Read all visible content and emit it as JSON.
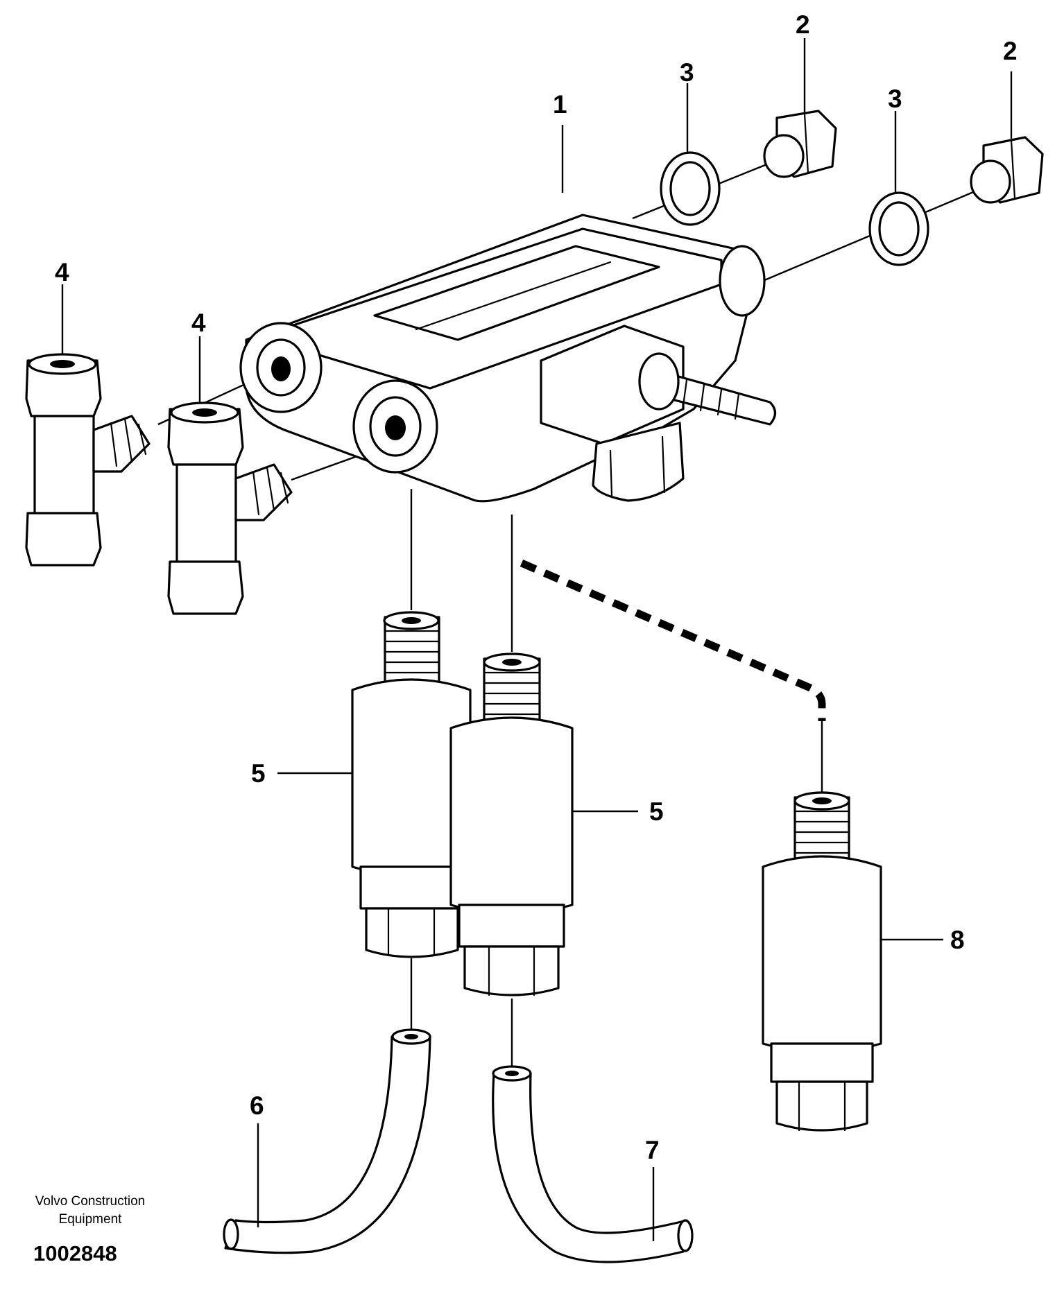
{
  "callouts": {
    "c1": "1",
    "c2a": "2",
    "c2b": "2",
    "c3a": "3",
    "c3b": "3",
    "c4a": "4",
    "c4b": "4",
    "c5a": "5",
    "c5b": "5",
    "c6": "6",
    "c7": "7",
    "c8": "8"
  },
  "footer": {
    "brand_line1": "Volvo Construction",
    "brand_line2": "Equipment",
    "drawing_number": "1002848"
  }
}
